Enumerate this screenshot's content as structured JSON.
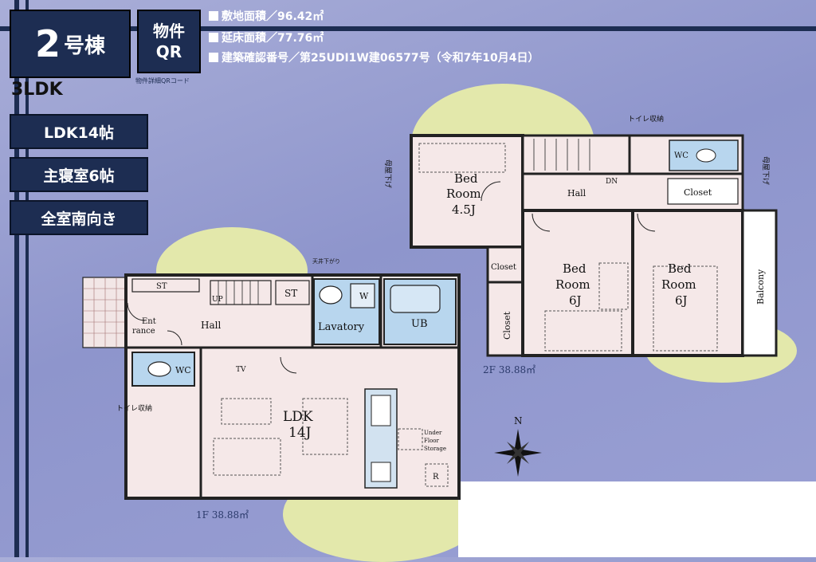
{
  "header": {
    "building_number": "2",
    "building_suffix": "号棟",
    "layout_type": "3LDK",
    "qr_label_line1": "物件",
    "qr_label_line2": "QR",
    "qr_caption": "物件詳細QRコード"
  },
  "info": {
    "site_area": "敷地面積／96.42㎡",
    "floor_area": "延床面積／77.76㎡",
    "permit": "建築確認番号／第25UDI1W建06577号（令和7年10月4日）"
  },
  "features": [
    "LDK14帖",
    "主寝室6帖",
    "全室南向き"
  ],
  "floor1": {
    "area_label": "1F 38.88㎡",
    "rooms": {
      "ldk": "LDK",
      "ldk_size": "14J",
      "hall": "Hall",
      "lavatory": "Lavatory",
      "ub": "UB",
      "wc": "WC",
      "entrance_1": "Ent",
      "entrance_2": "rance",
      "st_top": "ST",
      "st_mid": "ST",
      "up": "UP",
      "w": "W",
      "tv": "TV",
      "r": "R",
      "under_floor_1": "Under",
      "under_floor_2": "Floor",
      "under_floor_3": "Storage",
      "ceiling_note": "天井下がり",
      "toilet_storage": "トイレ収納"
    }
  },
  "floor2": {
    "area_label": "2F 38.88㎡",
    "rooms": {
      "bed1_1": "Bed",
      "bed1_2": "Room",
      "bed1_3": "4.5J",
      "bed2_1": "Bed",
      "bed2_2": "Room",
      "bed2_3": "6J",
      "bed3_1": "Bed",
      "bed3_2": "Room",
      "bed3_3": "6J",
      "hall": "Hall",
      "dn": "DN",
      "closet_small": "Closet",
      "closet_tall": "Closet",
      "closet_hall": "Closet",
      "wc": "WC",
      "balcony": "Balcony",
      "toilet_storage": "トイレ収納",
      "eave_left": "母屋下げ",
      "eave_right": "母屋下げ"
    }
  },
  "compass": {
    "north": "N"
  }
}
